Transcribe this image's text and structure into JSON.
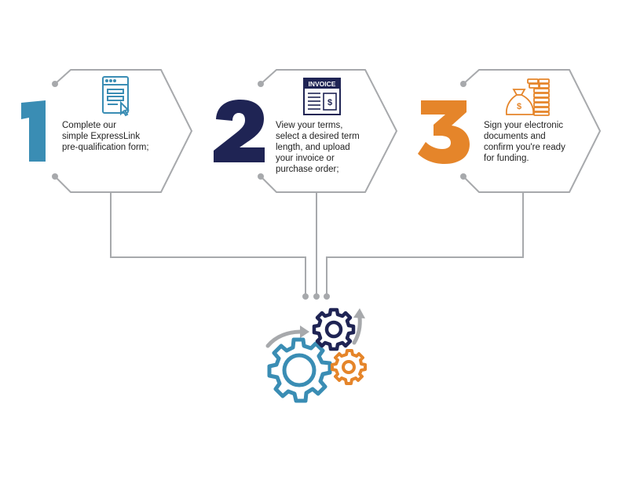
{
  "steps": [
    {
      "number": "1",
      "icon": "form-cursor-icon",
      "lines": [
        "Complete our",
        "simple ExpressLink",
        "pre-qualification form;"
      ],
      "color": "#3a8db4"
    },
    {
      "number": "2",
      "icon": "invoice-icon",
      "icon_label": "INVOICE",
      "lines": [
        "View your terms,",
        "select a desired term",
        "length, and upload",
        "your invoice or",
        "purchase order;"
      ],
      "color": "#1f2454"
    },
    {
      "number": "3",
      "icon": "money-bag-coins-icon",
      "lines": [
        "Sign your electronic",
        "documents and",
        "confirm you're ready",
        "for funding."
      ],
      "color": "#e5852a"
    }
  ],
  "result_icon": "gears-icon",
  "colors": {
    "outline": "#a7a9ac",
    "teal": "#3a8db4",
    "navy": "#1f2454",
    "orange": "#e5852a",
    "arrow_gray": "#a7a9ac"
  }
}
